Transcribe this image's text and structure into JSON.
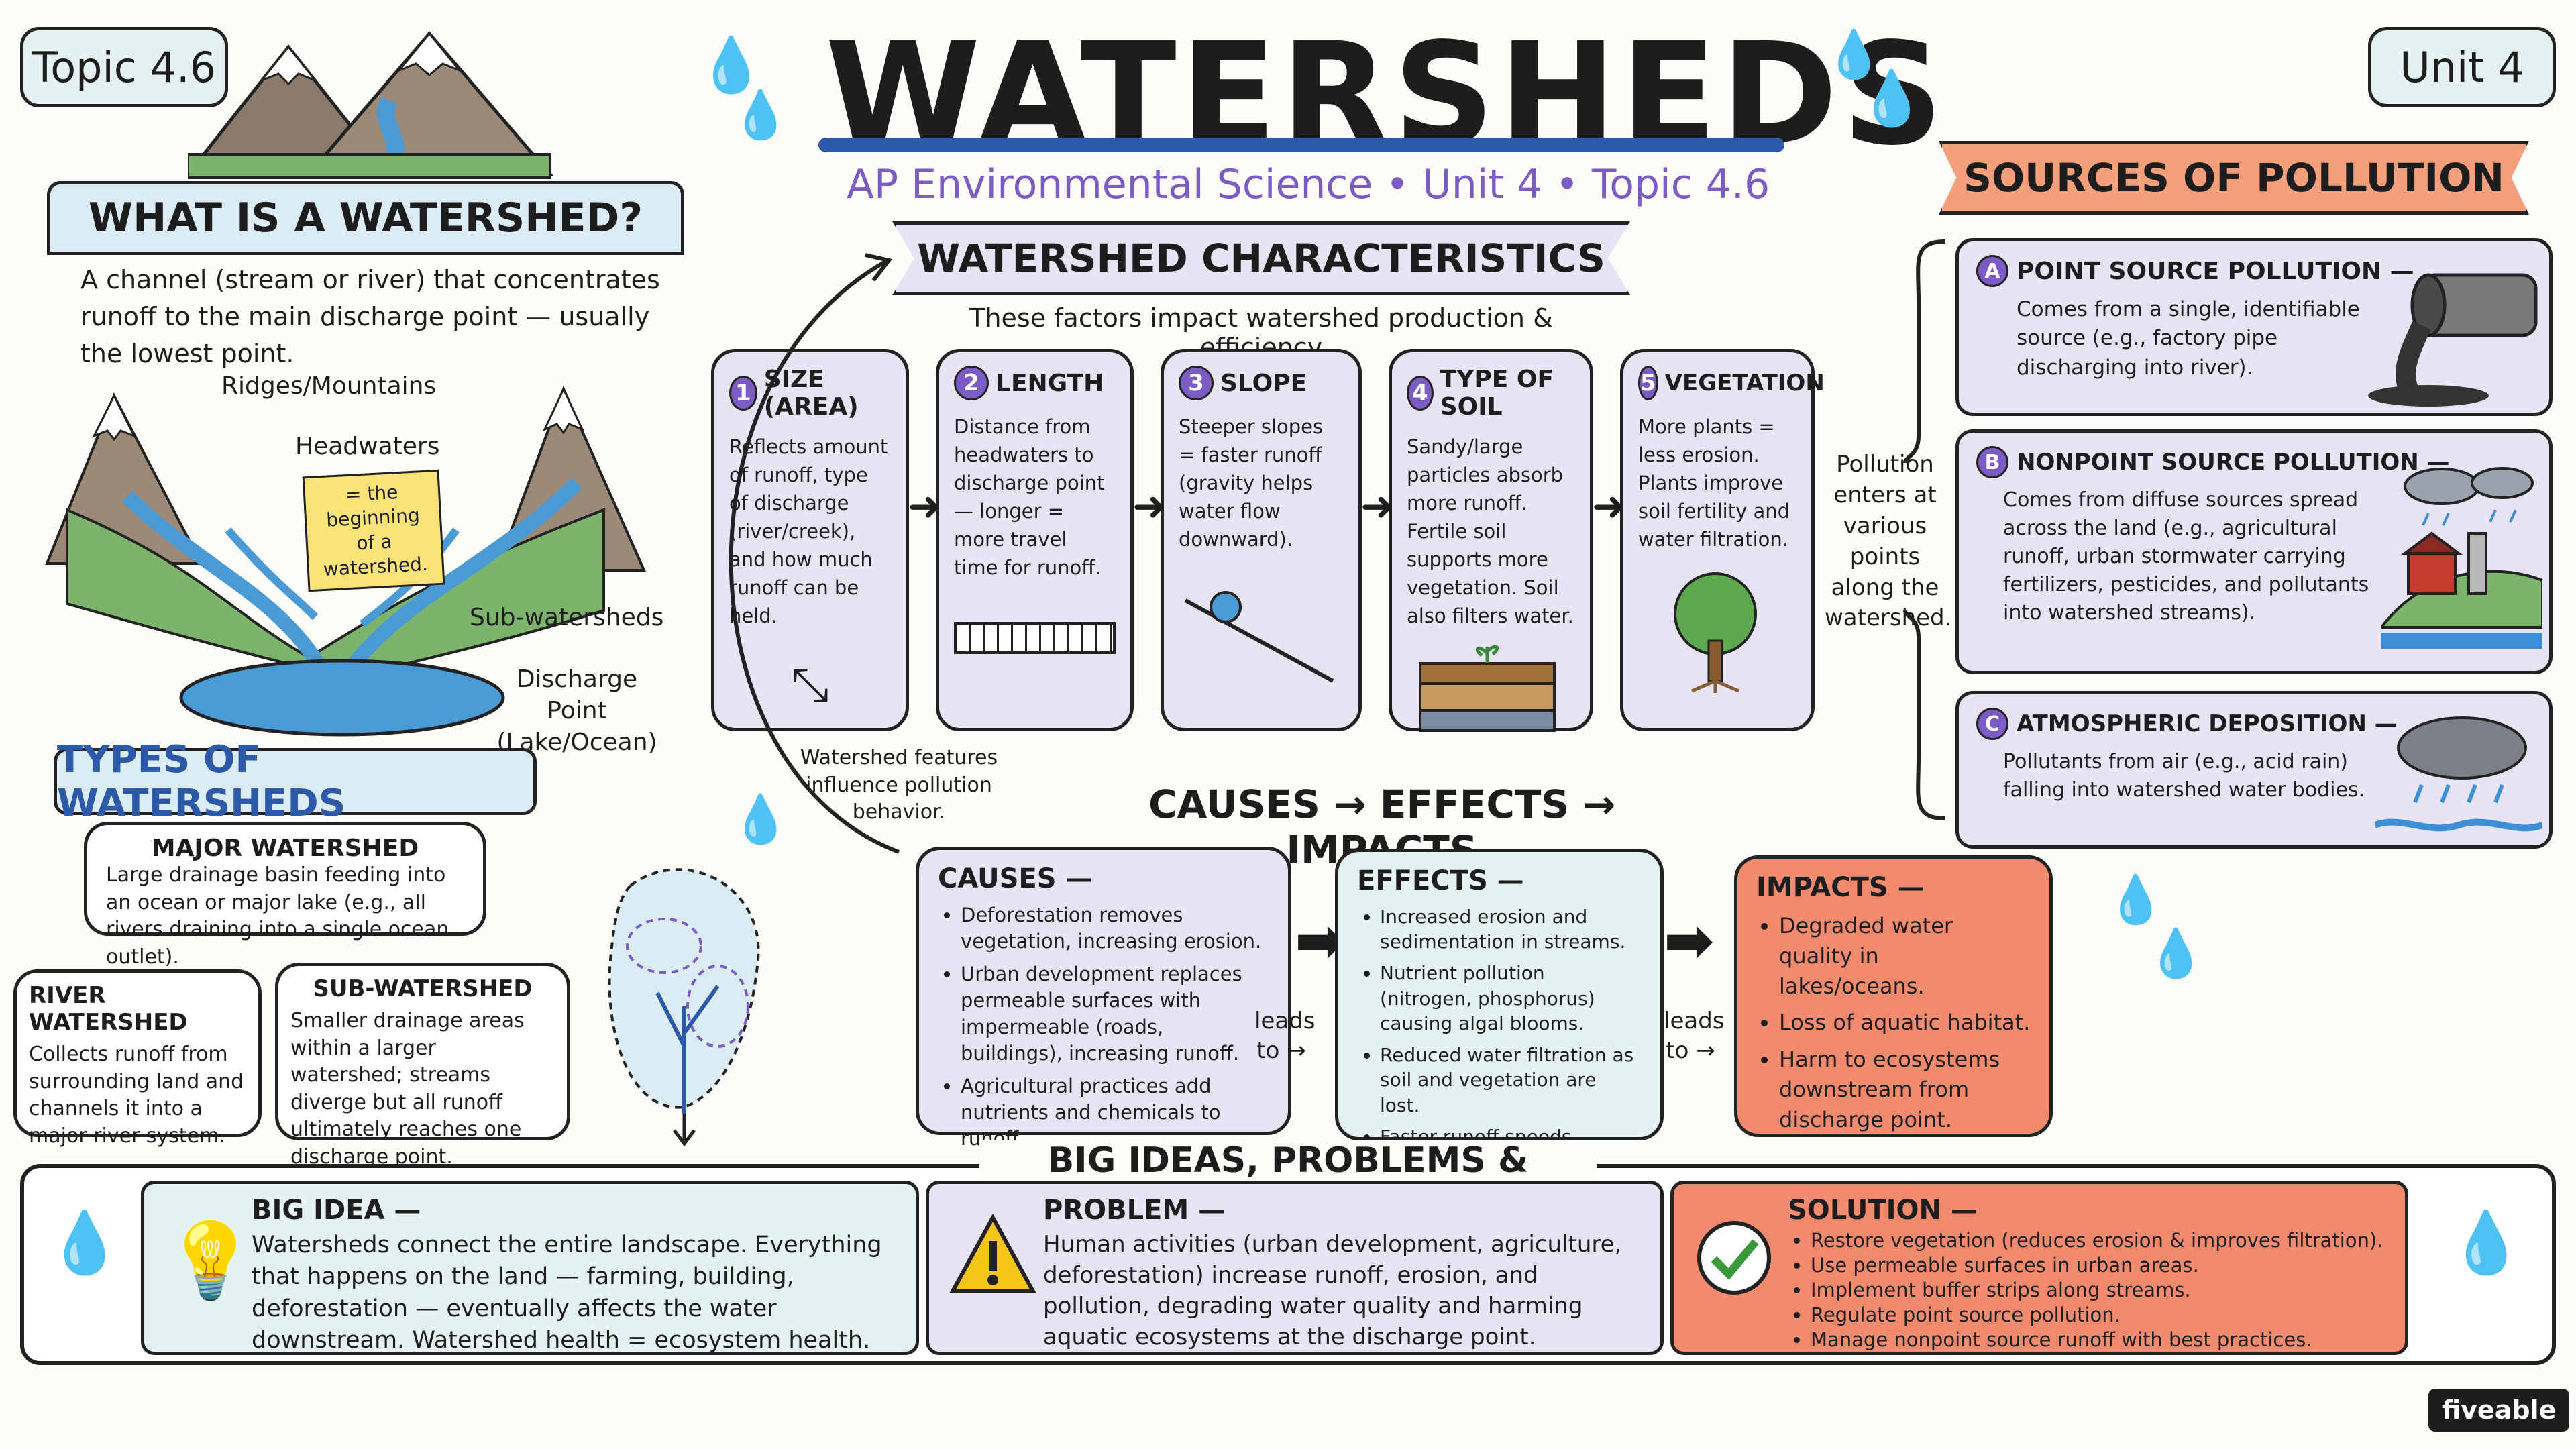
{
  "header": {
    "topic_tag": "Topic 4.6",
    "unit_tag": "Unit 4",
    "title": "WATERSHEDS",
    "subtitle": "AP Environmental Science • Unit 4 • Topic 4.6"
  },
  "what_is": {
    "heading": "WHAT IS A WATERSHED?",
    "definition": "A channel (stream or river) that concentrates runoff to the main discharge point — usually the lowest point.",
    "labels": {
      "ridges": "Ridges/Mountains",
      "headwaters": "Headwaters",
      "note": "= the beginning of a watershed.",
      "sub_watersheds": "Sub-watersheds",
      "discharge": "Discharge Point (Lake/Ocean)"
    }
  },
  "types": {
    "heading": "TYPES OF WATERSHEDS",
    "major": {
      "title": "MAJOR WATERSHED",
      "text": "Large drainage basin feeding into an ocean or major lake (e.g., all rivers draining into a single ocean outlet)."
    },
    "river": {
      "title": "RIVER WATERSHED",
      "text": "Collects runoff from surrounding land and channels it into a major river system."
    },
    "sub": {
      "title": "SUB-WATERSHED",
      "text": "Smaller drainage areas within a larger watershed; streams diverge but all runoff ultimately reaches one discharge point."
    }
  },
  "characteristics": {
    "heading": "WATERSHED CHARACTERISTICS",
    "intro": "These factors impact watershed production & efficiency",
    "items": [
      {
        "num": "1",
        "title": "SIZE (AREA)",
        "text": "Reflects amount of runoff, type of discharge (river/creek), and how much runoff can be held."
      },
      {
        "num": "2",
        "title": "LENGTH",
        "text": "Distance from headwaters to discharge point — longer = more travel time for runoff."
      },
      {
        "num": "3",
        "title": "SLOPE",
        "text": "Steeper slopes = faster runoff (gravity helps water flow downward)."
      },
      {
        "num": "4",
        "title": "TYPE OF SOIL",
        "text": "Sandy/large particles absorb more runoff. Fertile soil supports more vegetation. Soil also filters water."
      },
      {
        "num": "5",
        "title": "VEGETATION",
        "text": "More plants = less erosion. Plants improve soil fertility and water filtration."
      }
    ],
    "feature_note": "Watershed features influence pollution behavior."
  },
  "pollution_note": "Pollution enters at various points along the watershed.",
  "sources": {
    "heading": "SOURCES OF POLLUTION",
    "items": [
      {
        "letter": "A",
        "title": "POINT SOURCE POLLUTION —",
        "text": "Comes from a single, identifiable source (e.g., factory pipe discharging into river)."
      },
      {
        "letter": "B",
        "title": "NONPOINT SOURCE POLLUTION —",
        "text": "Comes from diffuse sources spread across the land (e.g., agricultural runoff, urban stormwater carrying fertilizers, pesticides, and pollutants into watershed streams)."
      },
      {
        "letter": "C",
        "title": "ATMOSPHERIC DEPOSITION —",
        "text": "Pollutants from air (e.g., acid rain) falling into watershed water bodies."
      }
    ]
  },
  "cei": {
    "heading": "CAUSES → EFFECTS → IMPACTS",
    "leads_to": "leads to →",
    "causes": {
      "title": "CAUSES —",
      "items": [
        "Deforestation removes vegetation, increasing erosion.",
        "Urban development replaces permeable surfaces with impermeable (roads, buildings), increasing runoff.",
        "Agricultural practices add nutrients and chemicals to runoff."
      ]
    },
    "effects": {
      "title": "EFFECTS —",
      "items": [
        "Increased erosion and sedimentation in streams.",
        "Nutrient pollution (nitrogen, phosphorus) causing algal blooms.",
        "Reduced water filtration as soil and vegetation are lost.",
        "Faster runoff speeds increasing flood risk."
      ]
    },
    "impacts": {
      "title": "IMPACTS —",
      "items": [
        "Degraded water quality in lakes/oceans.",
        "Loss of aquatic habitat.",
        "Harm to ecosystems downstream from discharge point."
      ]
    }
  },
  "big": {
    "heading": "BIG IDEAS, PROBLEMS & SOLUTIONS",
    "idea": {
      "title": "BIG IDEA —",
      "text": "Watersheds connect the entire landscape. Everything that happens on the land — farming, building, deforestation — eventually affects the water downstream. Watershed health = ecosystem health."
    },
    "problem": {
      "title": "PROBLEM —",
      "text": "Human activities (urban development, agriculture, deforestation) increase runoff, erosion, and pollution, degrading water quality and harming aquatic ecosystems at the discharge point."
    },
    "solution": {
      "title": "SOLUTION —",
      "items": [
        "Restore vegetation (reduces erosion & improves filtration).",
        "Use permeable surfaces in urban areas.",
        "Implement buffer strips along streams.",
        "Regulate point source pollution.",
        "Manage nonpoint source runoff with best practices."
      ]
    }
  },
  "brand": "fiveable",
  "colors": {
    "teal_bg": "#e4f2f1",
    "lavender_bg": "#e8e4f5",
    "coral_bg": "#f28b6e",
    "orange_ribbon": "#f5a07a",
    "blue_title_bg": "#dcecf6",
    "accent_blue": "#2d5aa8",
    "accent_purple": "#7b5cc4"
  }
}
